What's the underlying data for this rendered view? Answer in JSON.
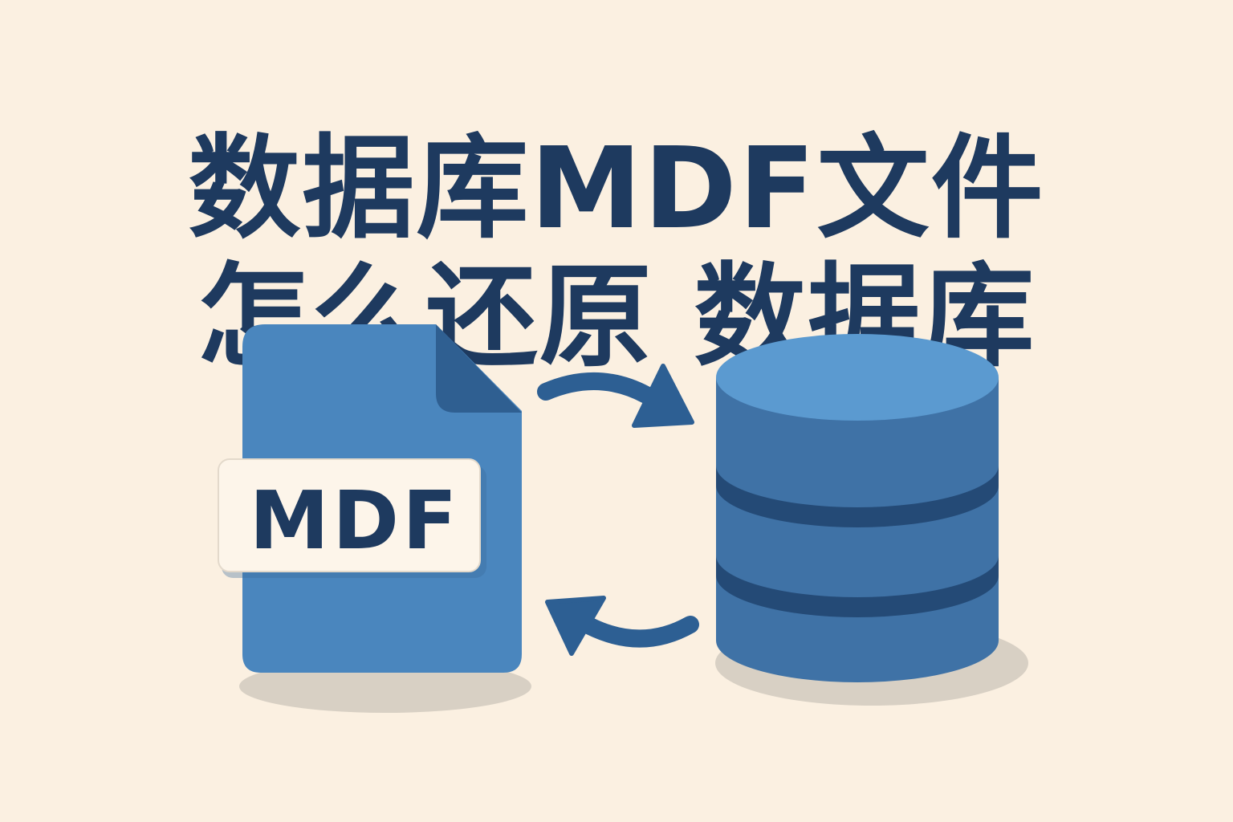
{
  "title": {
    "line1": "数据库MDF文件",
    "line2": "怎么还原 数据库"
  },
  "file_icon": {
    "label": "MDF"
  },
  "colors": {
    "background": "#fbf0e1",
    "title_text": "#1e3a5f",
    "file_body": "#4a86be",
    "file_fold": "#2f5f91",
    "database_top": "#5b9ad0",
    "database_body": "#3f72a6",
    "database_bands": "#244a76",
    "arrows": "#2d5f93",
    "badge_background": "#fdf5ea",
    "shadow": "#d8d0c4"
  },
  "icons": {
    "file": "document-icon",
    "database": "database-cylinder-icon",
    "forward_arrow": "curved-arrow-right-icon",
    "backward_arrow": "curved-arrow-left-icon"
  }
}
